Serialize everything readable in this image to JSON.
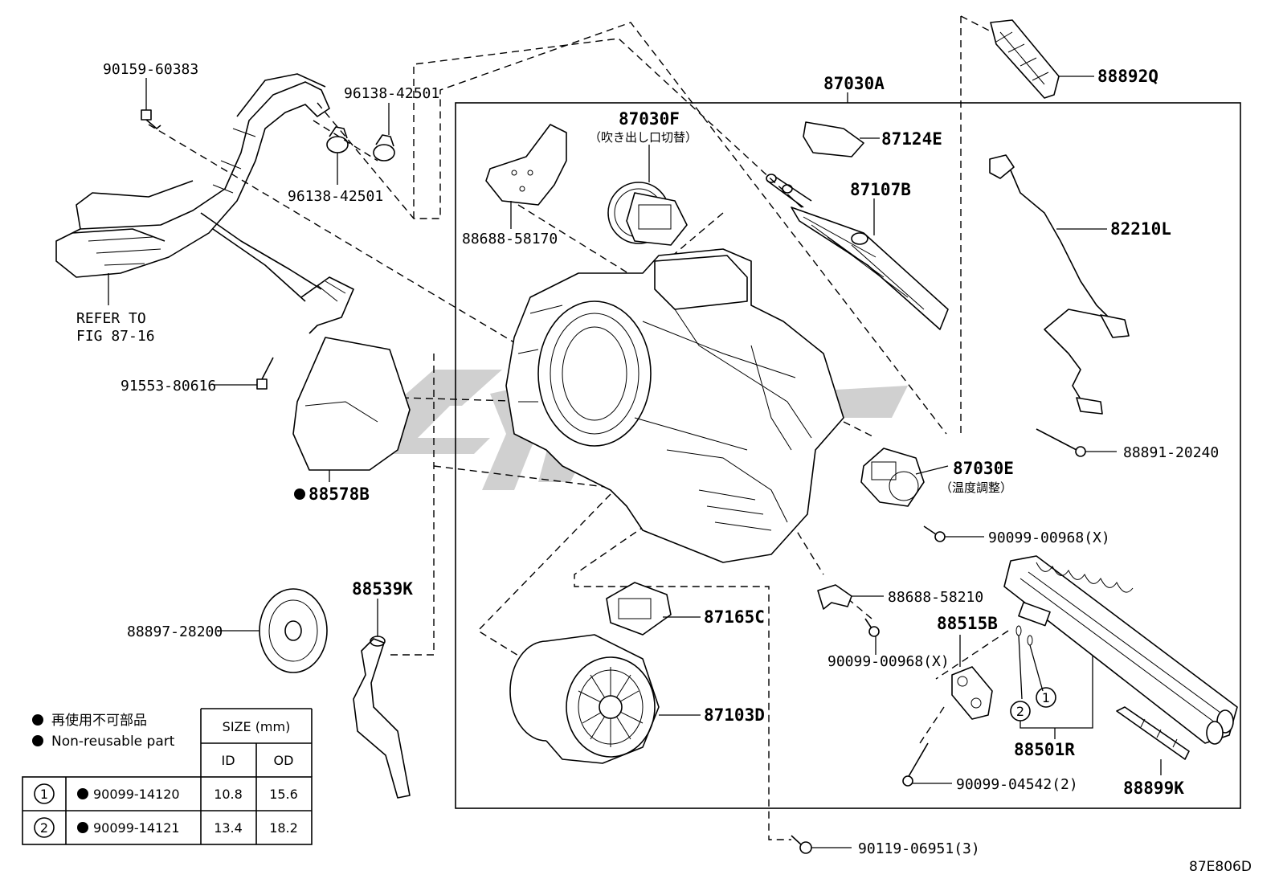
{
  "parts": {
    "p90159": "90159-60383",
    "p96138a": "96138-42501",
    "p96138b": "96138-42501",
    "p87030A": "87030A",
    "p88892Q": "88892Q",
    "p87030F": "87030F",
    "p87030F_note": "（吹き出し口切替）",
    "p87124E": "87124E",
    "p87107B": "87107B",
    "p88688_58170": "88688-58170",
    "p82210L": "82210L",
    "refer_line1": "REFER TO",
    "refer_line2": "FIG 87-16",
    "p91553": "91553-80616",
    "p88578B": "88578B",
    "p88891": "88891-20240",
    "p87030E": "87030E",
    "p87030E_note": "（温度調整）",
    "p90099_00968a": "90099-00968(X)",
    "p88688_58210": "88688-58210",
    "p88515B": "88515B",
    "p90099_00968b": "90099-00968(X)",
    "p88539K": "88539K",
    "p88897": "88897-28200",
    "p87165C": "87165C",
    "p87103D": "87103D",
    "p88501R": "88501R",
    "p90099_04542": "90099-04542(2)",
    "p88899K": "88899K",
    "p90119": "90119-06951(3)",
    "callout1": "1",
    "callout2": "2"
  },
  "legend": {
    "nonreusable_jp": "再使用不可部品",
    "nonreusable_en": "Non-reusable part",
    "size_header": "SIZE (mm)",
    "col_id": "ID",
    "col_od": "OD",
    "rows": [
      {
        "num": "1",
        "part": "90099-14120",
        "id": "10.8",
        "od": "15.6"
      },
      {
        "num": "2",
        "part": "90099-14121",
        "id": "13.4",
        "od": "18.2"
      }
    ]
  },
  "figure_code": "87E806D"
}
